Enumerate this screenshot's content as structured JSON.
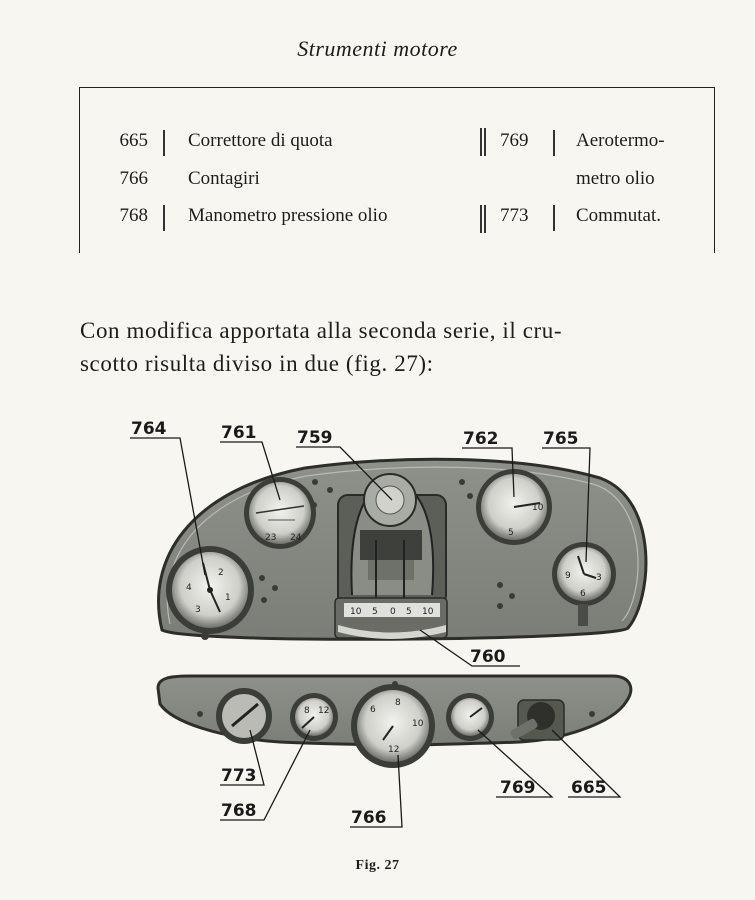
{
  "section_title": "Strumenti motore",
  "legend": {
    "left": [
      {
        "num": "665",
        "label": "Correttore di quota"
      },
      {
        "num": "766",
        "label": "Contagiri"
      },
      {
        "num": "768",
        "label": "Manometro pressione olio"
      }
    ],
    "right": [
      {
        "num": "769",
        "label": "Aerotermo-"
      },
      {
        "num": "",
        "label": "metro olio"
      },
      {
        "num": "773",
        "label": "Commutat."
      }
    ]
  },
  "paragraph": {
    "line1": "Con modifica apportata alla seconda serie, il cru-",
    "line2": "scotto risulta diviso in due (fig. 27):"
  },
  "figure": {
    "callouts": {
      "c764": "764",
      "c761": "761",
      "c759": "759",
      "c762": "762",
      "c765": "765",
      "c760": "760",
      "c773": "773",
      "c768": "768",
      "c766": "766",
      "c769": "769",
      "c665": "665"
    },
    "caption": "Fig. 27"
  }
}
